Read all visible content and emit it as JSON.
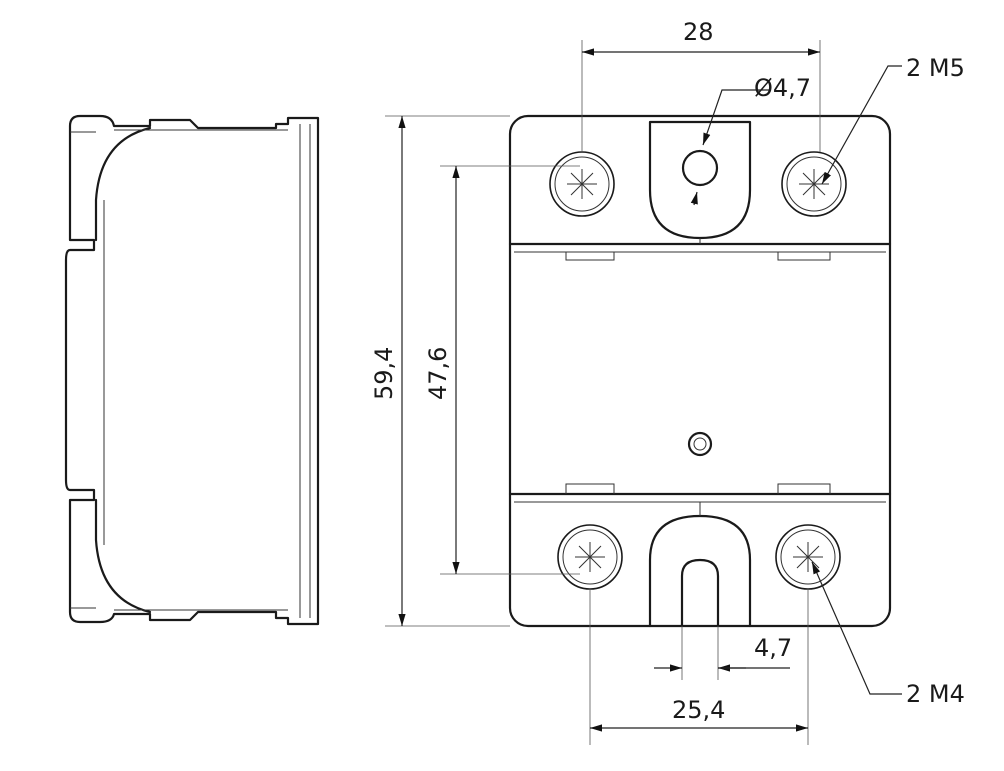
{
  "dimensions": {
    "top_width": "28",
    "hole_diameter": "Ø4,7",
    "screw_top": "2 M5",
    "height_total": "59,4",
    "height_inner": "47,6",
    "slot_width": "4,7",
    "bottom_width": "25,4",
    "screw_bottom": "2 M4"
  }
}
